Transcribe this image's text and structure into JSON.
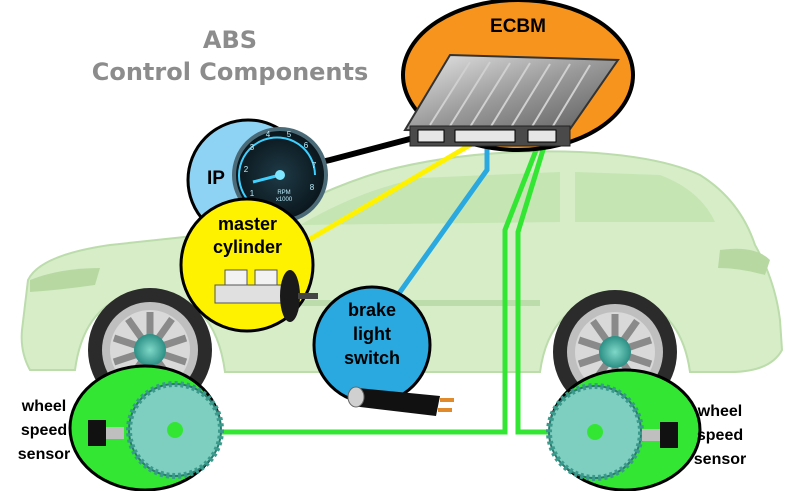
{
  "title": {
    "line1": "ABS",
    "line2": "Control Components"
  },
  "labels": {
    "ecbm": "ECBM",
    "ip": "IP",
    "master_cylinder_1": "master",
    "master_cylinder_2": "cylinder",
    "brake_1": "brake",
    "brake_2": "light",
    "brake_3": "switch",
    "wss_left_1": "wheel",
    "wss_left_2": "speed",
    "wss_left_3": "sensor",
    "wss_right_1": "wheel",
    "wss_right_2": "speed",
    "wss_right_3": "sensor",
    "gauge_unit_1": "RPM",
    "gauge_unit_2": "x1000"
  },
  "gauge_ticks": [
    "1",
    "2",
    "3",
    "4",
    "5",
    "6",
    "7",
    "8"
  ],
  "colors": {
    "ecbm_fill": "#f7941d",
    "ip_fill": "#8fd3f4",
    "master_fill": "#fff200",
    "brake_fill": "#29a9e0",
    "wheel_fill": "#33e633",
    "car_body": "#cfeac0",
    "wire_black": "#000000",
    "wire_yellow": "#fff200",
    "wire_blue": "#29a9e0",
    "wire_green": "#33e633",
    "title_gray": "#8c8c8c"
  }
}
